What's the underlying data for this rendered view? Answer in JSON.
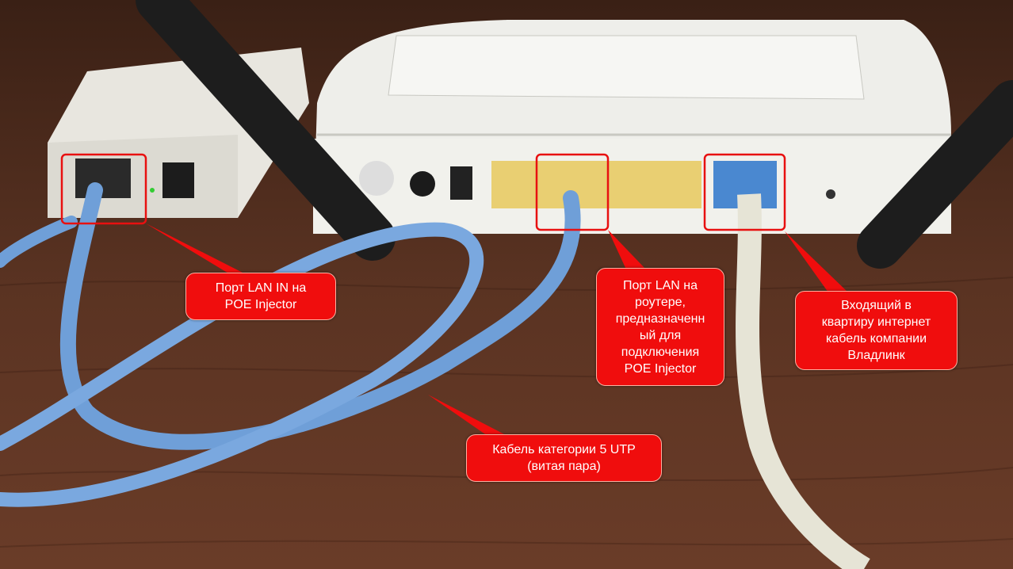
{
  "callouts": {
    "poe_lan_in": "Порт LAN IN на\nPOE Injector",
    "router_lan": "Порт LAN на\nроутере,\nпредназначенн\nый для\nподключения\nPOE Injector",
    "incoming_cable": "Входящий в\nквартиру интернет\nкабель компании\nВладлинк",
    "utp_cable": "Кабель категории 5 UTP\n(витая пара)"
  },
  "colors": {
    "callout": "#f00d0d",
    "highlight": "#e81010",
    "wood": "#4a2a1c",
    "blue_cable": "#6f9fd8",
    "white_cable": "#e6e4d6"
  }
}
